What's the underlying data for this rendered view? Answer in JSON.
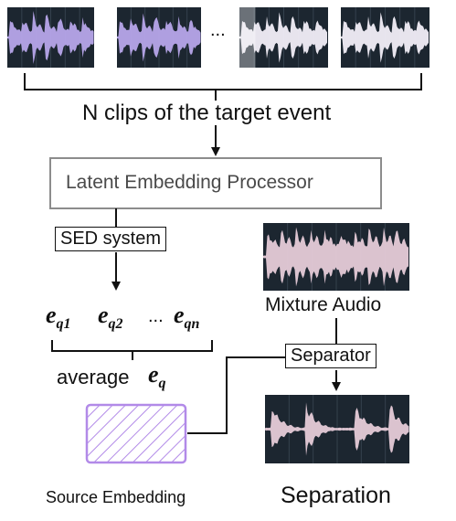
{
  "top_clips": {
    "ellipsis": "...",
    "caption": "N clips of the target event"
  },
  "processor": {
    "label": "Latent Embedding Processor"
  },
  "sed": {
    "label": "SED system"
  },
  "embeddings": {
    "e1": {
      "base": "e",
      "sub": "q1"
    },
    "e2": {
      "base": "e",
      "sub": "q2"
    },
    "dots": "...",
    "en": {
      "base": "e",
      "sub": "qn"
    }
  },
  "average": {
    "label": "average",
    "base": "e",
    "sub": "q"
  },
  "source": {
    "caption": "Source Embedding"
  },
  "mixture": {
    "caption": "Mixture Audio"
  },
  "separator": {
    "label": "Separator"
  },
  "separation": {
    "caption": "Separation"
  },
  "colors": {
    "clip_bg": "#1c2630",
    "wave_purple": "#b7a5ea",
    "wave_pink": "#e6cbd8",
    "wave_white": "#f2eef8",
    "processor_border": "#8c8c8c",
    "hatch_purple": "#b28ae8"
  }
}
